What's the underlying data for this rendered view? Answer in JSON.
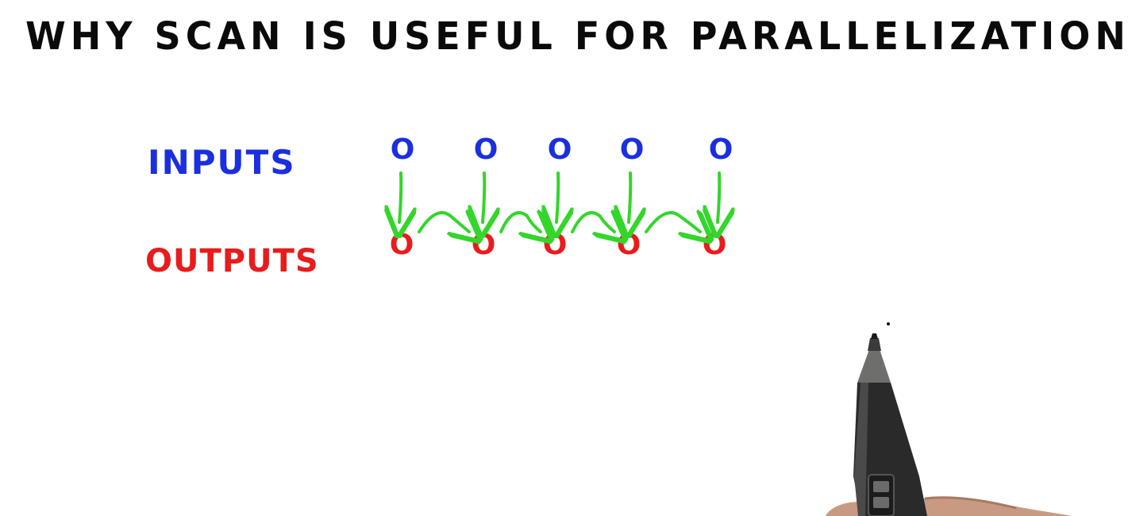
{
  "title": "WHY SCAN IS USEFUL FOR PARALLELIZATION",
  "labels": {
    "inputs": "INPUTS",
    "outputs": "OUTPUTS"
  },
  "nodes": {
    "inputs": [
      "O",
      "O",
      "O",
      "O",
      "O"
    ],
    "outputs": [
      "O",
      "O",
      "O",
      "O",
      "O"
    ]
  },
  "colors": {
    "inputs": "#1a2fe0",
    "outputs": "#e81c1c",
    "arrows": "#33d62a",
    "title": "#0a0a0a"
  }
}
